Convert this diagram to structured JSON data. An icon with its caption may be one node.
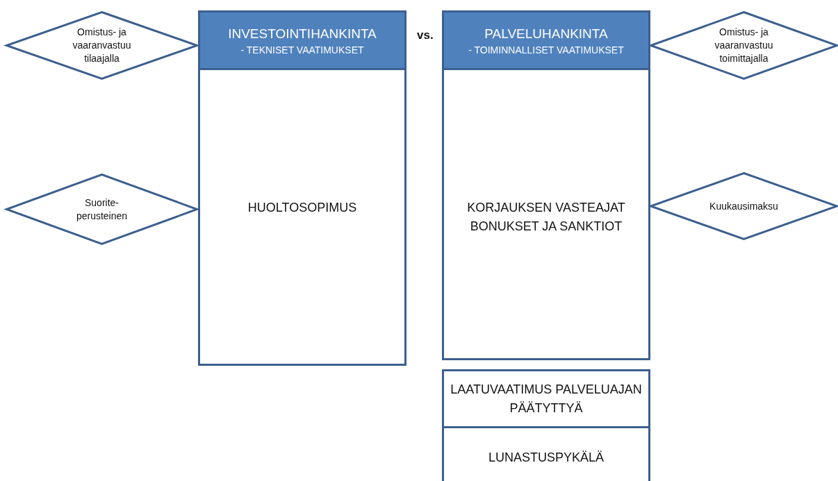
{
  "diagram": {
    "nodes": [
      {
        "text": [
          "Omistus- ja vaaranvastuu tilaajalla"
        ]
      },
      {
        "text": [
          "INVESTOINTIHANKINTA",
          "- TEKNISET VAATIMUKSET"
        ]
      },
      {
        "text": [
          "PALVELUHANKINTA",
          "- TOIMINNALLISET VAATIMUKSET"
        ]
      },
      {
        "text": [
          "Omistus- ja vaaranvastuu toimittajalla"
        ]
      },
      {
        "text": [
          "Suorite- perusteinen"
        ]
      },
      {
        "text": [
          "HUOLTOSOPIMUS"
        ]
      },
      {
        "text": [
          "KORJAUKSEN VASTEAJAT",
          "BONUKSET JA SANKTIOT"
        ]
      },
      {
        "text": [
          "Kuukausimaksu"
        ]
      },
      {
        "text": [
          "LAATUVAATIMUS PALVELUAJAN PÄÄTYTTYÄ"
        ]
      },
      {
        "text": [
          "LUNASTUSPYKÄLÄ"
        ]
      }
    ],
    "labels": [
      "vs."
    ]
  }
}
